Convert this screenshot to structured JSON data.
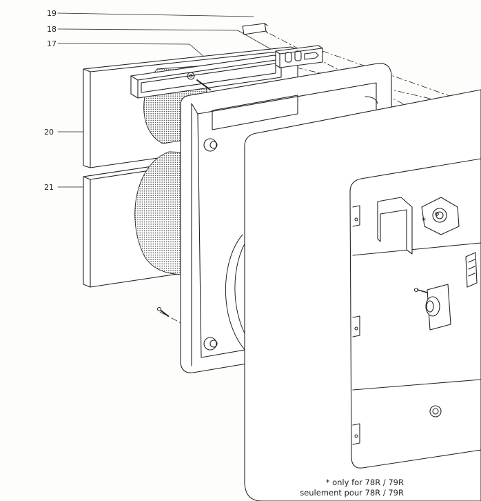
{
  "callouts": [
    {
      "id": "callout-19",
      "label": "19"
    },
    {
      "id": "callout-18",
      "label": "18"
    },
    {
      "id": "callout-17",
      "label": "17"
    },
    {
      "id": "callout-20",
      "label": "20"
    },
    {
      "id": "callout-21",
      "label": "21"
    }
  ],
  "asterisk": "*",
  "note": {
    "line1": "* only for 78R / 79R",
    "line2": "seulement pour 78R / 79R"
  },
  "colors": {
    "ink": "#222222",
    "paper": "#fdfdfc",
    "grille": "#555555"
  }
}
